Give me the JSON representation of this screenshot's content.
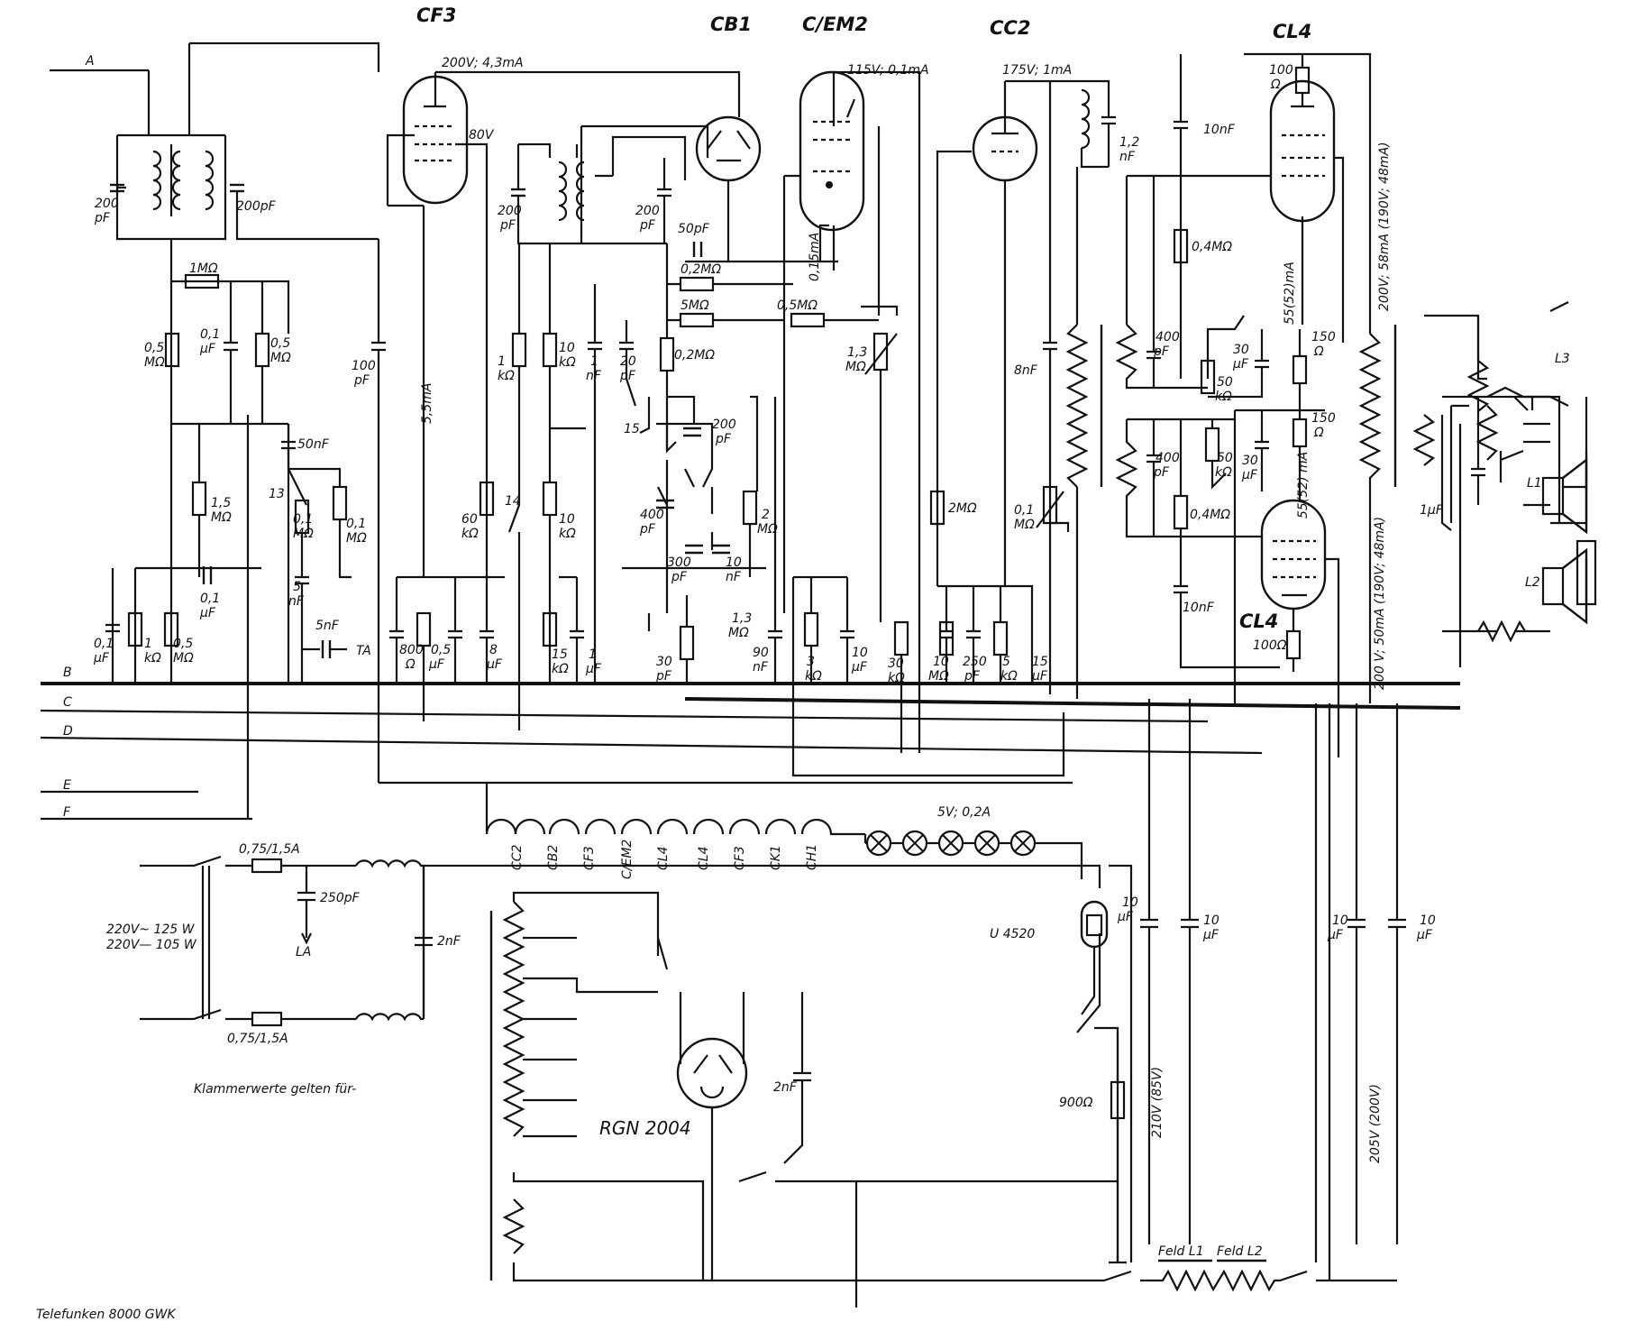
{
  "title": "Telefunken 8000 GWK",
  "note": "Klammerwerte gelten für-",
  "tubes": {
    "cf3": "CF3",
    "cb1": "CB1",
    "cem2": "C/EM2",
    "cc2": "CC2",
    "cl4_top": "CL4",
    "cl4_bottom": "CL4",
    "rectifier": "RGN 2004",
    "regulator": "U 4520"
  },
  "lines": [
    "A",
    "B",
    "C",
    "D",
    "E",
    "F"
  ],
  "voltages": {
    "cf3": "200V; 4,3mA",
    "cf3_screen": "80V",
    "cem2": "115V; 0,1mA",
    "cc2": "175V; 1mA",
    "cf3_cathode": "5,5mA",
    "cem2_cathode": "0,15mA",
    "cl4_top_current": "55(52)mA",
    "cl4_bottom_current": "55(52) mA",
    "cl4_top_supply": "200V; 58mA (190V; 48mA)",
    "cl4_bottom_supply": "200 V; 50mA (190V; 48mA)",
    "lamps": "5V; 0,2A",
    "mains": "220V~ 125 W",
    "mains_dc": "220V— 105 W",
    "hv_1": "210V (85V)",
    "hv_2": "205V (200V)"
  },
  "components": {
    "c200pf_a": [
      "200",
      "pF"
    ],
    "c200pf_b": "200pF",
    "r1m": "1MΩ",
    "r05m_a": [
      "0,5",
      "MΩ"
    ],
    "c01uf_a": [
      "0,1",
      "µF"
    ],
    "r05m_b": [
      "0,5",
      "MΩ"
    ],
    "r15m": [
      "1,5",
      "MΩ"
    ],
    "c01uf_b": [
      "0,1",
      "µF"
    ],
    "c01uf_c": [
      "0,1",
      "µF"
    ],
    "r1k_a": [
      "1",
      "kΩ"
    ],
    "r05m_c": [
      "0,5",
      "MΩ"
    ],
    "c100pf": [
      "100",
      "pF"
    ],
    "c50nf": "50nF",
    "s13": "13",
    "r01m_a": [
      "0,1",
      "MΩ"
    ],
    "r01m_b": [
      "0,1",
      "MΩ"
    ],
    "c5nf_a": [
      "5",
      "nF"
    ],
    "c5nf_b": "5nF",
    "ta": "TA",
    "r800": [
      "800",
      "Ω"
    ],
    "c05uf": [
      "0,5",
      "µF"
    ],
    "c8uf": [
      "8",
      "µF"
    ],
    "r60k": [
      "60",
      "kΩ"
    ],
    "c200pf_c": [
      "200",
      "pF"
    ],
    "r1k_b": [
      "1",
      "kΩ"
    ],
    "r10k_a": [
      "10",
      "kΩ"
    ],
    "c1nf": [
      "1",
      "nF"
    ],
    "c20pf": [
      "20",
      "pF"
    ],
    "s14": "14",
    "r10k_b": [
      "10",
      "kΩ"
    ],
    "r15k": [
      "15",
      "kΩ"
    ],
    "c1uf": [
      "1",
      "µF"
    ],
    "c200pf_d": [
      "200",
      "pF"
    ],
    "c50pf": "50pF",
    "r02m_a": "0,2MΩ",
    "r5m": "5MΩ",
    "r05m_d": "0,5MΩ",
    "r02m_b": "0,2MΩ",
    "s15": "15",
    "c200pf_e": [
      "200",
      "pF"
    ],
    "c400pf_a": [
      "400",
      "pF"
    ],
    "c300pf": [
      "300",
      "pF"
    ],
    "c10nf_a": [
      "10",
      "nF"
    ],
    "r2m_a": [
      "2",
      "MΩ"
    ],
    "r13m_a": [
      "1,3",
      "MΩ"
    ],
    "c30pf": [
      "30",
      "pF"
    ],
    "r13m_b": [
      "1,3",
      "MΩ"
    ],
    "c90nf": [
      "90",
      "nF"
    ],
    "r3k": [
      "3",
      "kΩ"
    ],
    "c10uf_a": [
      "10",
      "µF"
    ],
    "r30k": [
      "30",
      "kΩ"
    ],
    "r2m_b": "2MΩ",
    "r10m": [
      "10",
      "MΩ"
    ],
    "c250pf_a": [
      "250",
      "pF"
    ],
    "r5k": [
      "5",
      "kΩ"
    ],
    "c15uf": [
      "15",
      "µF"
    ],
    "c8nf": "8nF",
    "r01m_c": [
      "0,1",
      "MΩ"
    ],
    "c12nf": [
      "1,2",
      "nF"
    ],
    "c10nf_b": "10nF",
    "r04m_a": "0,4MΩ",
    "r100_a": [
      "100",
      "Ω"
    ],
    "c400pf_b": [
      "400",
      "pF"
    ],
    "c30uf_a": [
      "30",
      "µF"
    ],
    "r50k_a": [
      "50",
      "kΩ"
    ],
    "r150_a": [
      "150",
      "Ω"
    ],
    "c400pf_c": [
      "400",
      "pF"
    ],
    "r50k_b": [
      "50",
      "kΩ"
    ],
    "c30uf_b": [
      "30",
      "µF"
    ],
    "r150_b": [
      "150",
      "Ω"
    ],
    "r04m_b": "0,4MΩ",
    "c10nf_c": "10nF",
    "r100_b": "100Ω",
    "c1uf_b": "1µF",
    "l1": "L1",
    "l2": "L2",
    "l3": "L3",
    "fuse_a": "0,75/1,5A",
    "fuse_b": "0,75/1,5A",
    "c250pf_b": "250pF",
    "la": "LA",
    "c2nf_a": "2nF",
    "c2nf_b": "2nF",
    "r900": "900Ω",
    "c10uf_b": [
      "10",
      "µF"
    ],
    "c10uf_c": [
      "10",
      "µF"
    ],
    "c10uf_d": [
      "10",
      "µF"
    ],
    "c10uf_e": [
      "10",
      "µF"
    ],
    "feld1": "Feld L1",
    "feld2": "Feld L2"
  },
  "heaters": [
    "CC2",
    "CB2",
    "CF3",
    "C/EM2",
    "CL4",
    "CL4",
    "CF3",
    "CK1",
    "CH1"
  ]
}
